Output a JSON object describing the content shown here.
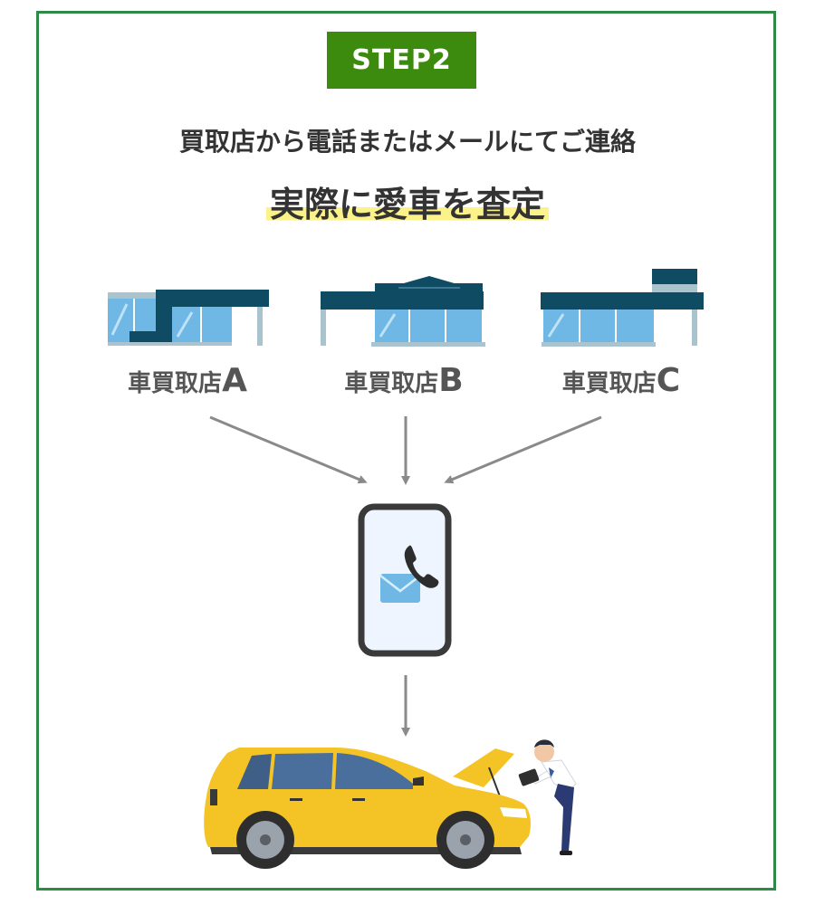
{
  "step": {
    "label": "STEP2"
  },
  "heading": {
    "line1": "買取店から電話またはメールにてご連絡",
    "line2": "実際に愛車を査定"
  },
  "shops": [
    {
      "prefix": "車買取店",
      "letter": "A"
    },
    {
      "prefix": "車買取店",
      "letter": "B"
    },
    {
      "prefix": "車買取店",
      "letter": "C"
    }
  ],
  "colors": {
    "frame": "#2f8a46",
    "badge": "#3c8a0e",
    "highlight": "#fbf28a",
    "building_roof": "#0f4c64",
    "glass": "#6fb8e6",
    "arrow": "#8a8a8a",
    "car": "#f4c426"
  }
}
